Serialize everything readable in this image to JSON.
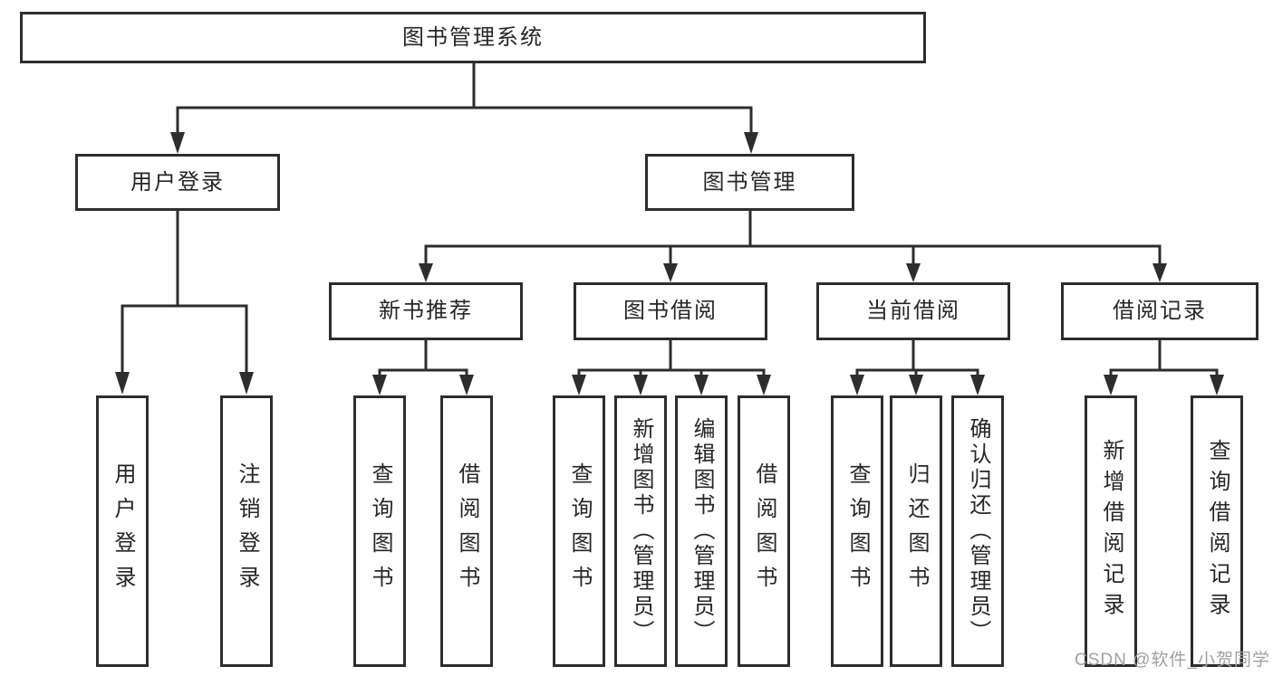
{
  "tree": {
    "label": "图书管理系统",
    "children": [
      {
        "label": "用户登录",
        "children": [
          {
            "label": "用户登录"
          },
          {
            "label": "注销登录"
          }
        ]
      },
      {
        "label": "图书管理",
        "children": [
          {
            "label": "新书推荐",
            "children": [
              {
                "label": "查询图书"
              },
              {
                "label": "借阅图书"
              }
            ]
          },
          {
            "label": "图书借阅",
            "children": [
              {
                "label": "查询图书"
              },
              {
                "label": "新增图书（管理员）"
              },
              {
                "label": "编辑图书（管理员）"
              },
              {
                "label": "借阅图书"
              }
            ]
          },
          {
            "label": "当前借阅",
            "children": [
              {
                "label": "查询图书"
              },
              {
                "label": "归还图书"
              },
              {
                "label": "确认归还（管理员）"
              }
            ]
          },
          {
            "label": "借阅记录",
            "children": [
              {
                "label": "新增借阅记录"
              },
              {
                "label": "查询借阅记录"
              }
            ]
          }
        ]
      }
    ]
  },
  "watermark": {
    "text": "CSDN @软件_小贺同学"
  },
  "colors": {
    "line": "#2d2d2d",
    "text": "#262626",
    "watermark": "#a0a0a0"
  }
}
